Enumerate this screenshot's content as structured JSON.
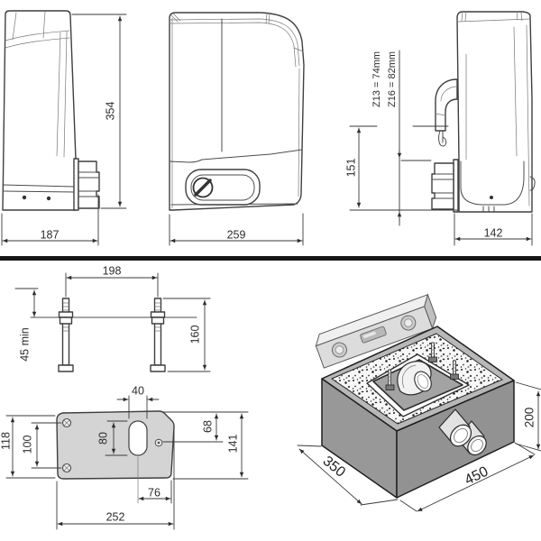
{
  "drawing": {
    "side_view_left": {
      "height": "354",
      "width": "187"
    },
    "front_view": {
      "width": "259"
    },
    "side_view_right": {
      "pinion_z13": "Z13 = 74mm",
      "pinion_z16": "Z16 = 82mm",
      "height_to_pinion": "151",
      "width": "142"
    },
    "anchor_bolts": {
      "bolt_spacing": "198",
      "min_protrusion": "45 min",
      "bolt_length": "160"
    },
    "base_plate": {
      "slot_width": "40",
      "slot_length": "80",
      "hole_to_top_edge": "68",
      "left_height": "118",
      "hole_spacing": "100",
      "right_height": "141",
      "slot_to_right_edge": "76",
      "width": "252"
    },
    "foundation": {
      "depth": "350",
      "width": "450",
      "height": "200"
    }
  },
  "colors": {
    "divider": "#161616",
    "plate_fill": "#d4d4d4",
    "block_left_face": "#989898",
    "block_right_face": "#929292",
    "block_top_band": "#b8b8b8",
    "embedded_plate": "#a3a3a3",
    "level_body": "#dcdcdc"
  }
}
